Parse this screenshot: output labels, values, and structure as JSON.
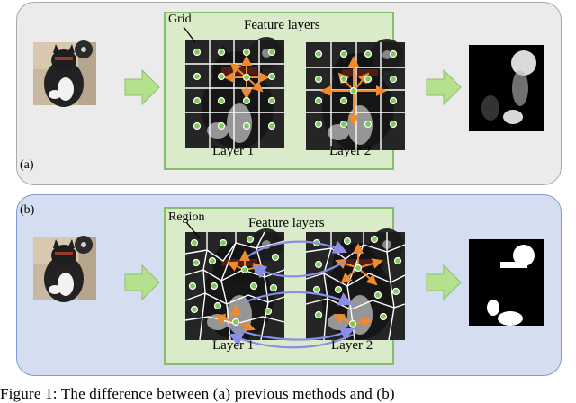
{
  "panel_a": {
    "label": "(a)",
    "callout": "Grid",
    "header": "Feature layers",
    "layer1": "Layer 1",
    "layer2": "Layer 2"
  },
  "panel_b": {
    "label": "(b)",
    "callout": "Region",
    "header": "Feature layers",
    "layer1": "Layer 1",
    "layer2": "Layer 2"
  },
  "caption": "Figure 1:  The difference between (a) previous methods and (b)",
  "colors": {
    "panel_a_bg": "#ebebeb",
    "panel_b_bg": "#d4def0",
    "layer_bg": "#d9ebc8",
    "arrow_green": "#b5e08e",
    "node_green": "#7dc95a",
    "orange": "#f08a2c",
    "purple": "#8a8ee6"
  }
}
